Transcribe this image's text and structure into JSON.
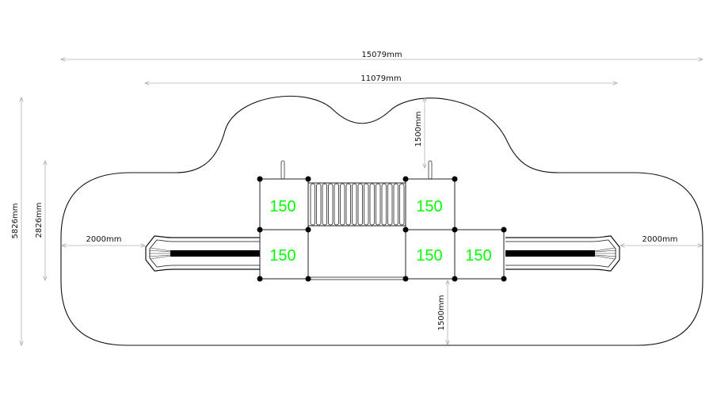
{
  "dimensions": {
    "overall_length": "15079mm",
    "inner_length": "11079mm",
    "overall_width": "5826mm",
    "inner_width": "2826mm",
    "left_clearance": "2000mm",
    "right_clearance": "2000mm",
    "top_clearance": "1500mm",
    "bottom_clearance": "1500mm"
  },
  "platforms": [
    {
      "label": "150"
    },
    {
      "label": "150"
    },
    {
      "label": "150"
    },
    {
      "label": "150"
    },
    {
      "label": "150"
    }
  ],
  "colors": {
    "platform_label": "#00ff00",
    "outline": "#111111",
    "dimension": "#b0b0b0"
  }
}
